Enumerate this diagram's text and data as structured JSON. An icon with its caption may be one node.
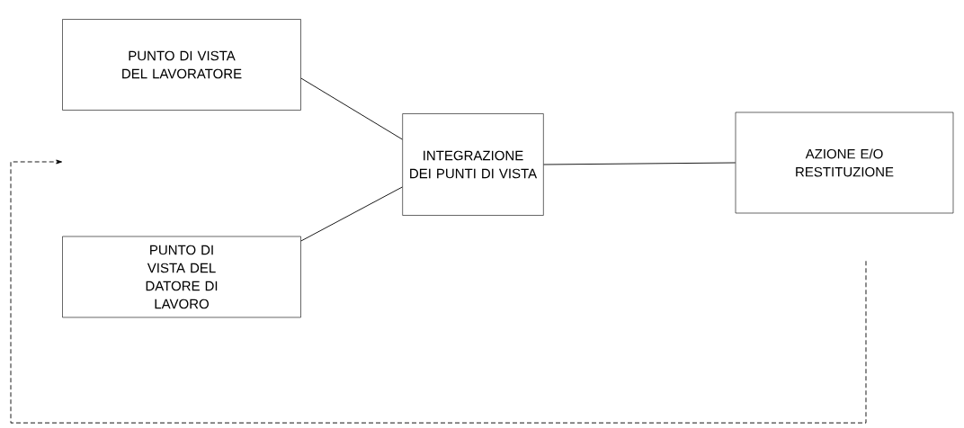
{
  "diagram": {
    "nodes": [
      {
        "text": [
          "PUNTO DI VISTA DEL LAVORATORE"
        ]
      },
      {
        "text": [
          "PUNTO DI VISTA DEL DATORE DI LAVORO"
        ]
      },
      {
        "text": [
          "INTEGRAZIONE DEI PUNTI DI VISTA"
        ]
      },
      {
        "text": [
          "AZIONE E/O RESTITUZIONE"
        ]
      }
    ],
    "edges": [
      {
        "from": 0,
        "to": 2,
        "arrow": "none"
      },
      {
        "from": 1,
        "to": 2,
        "arrow": "none"
      },
      {
        "from": 2,
        "to": 3,
        "arrow": "none"
      },
      {
        "from": 3,
        "to": null,
        "arrow": "to",
        "style": "dashed"
      }
    ]
  }
}
